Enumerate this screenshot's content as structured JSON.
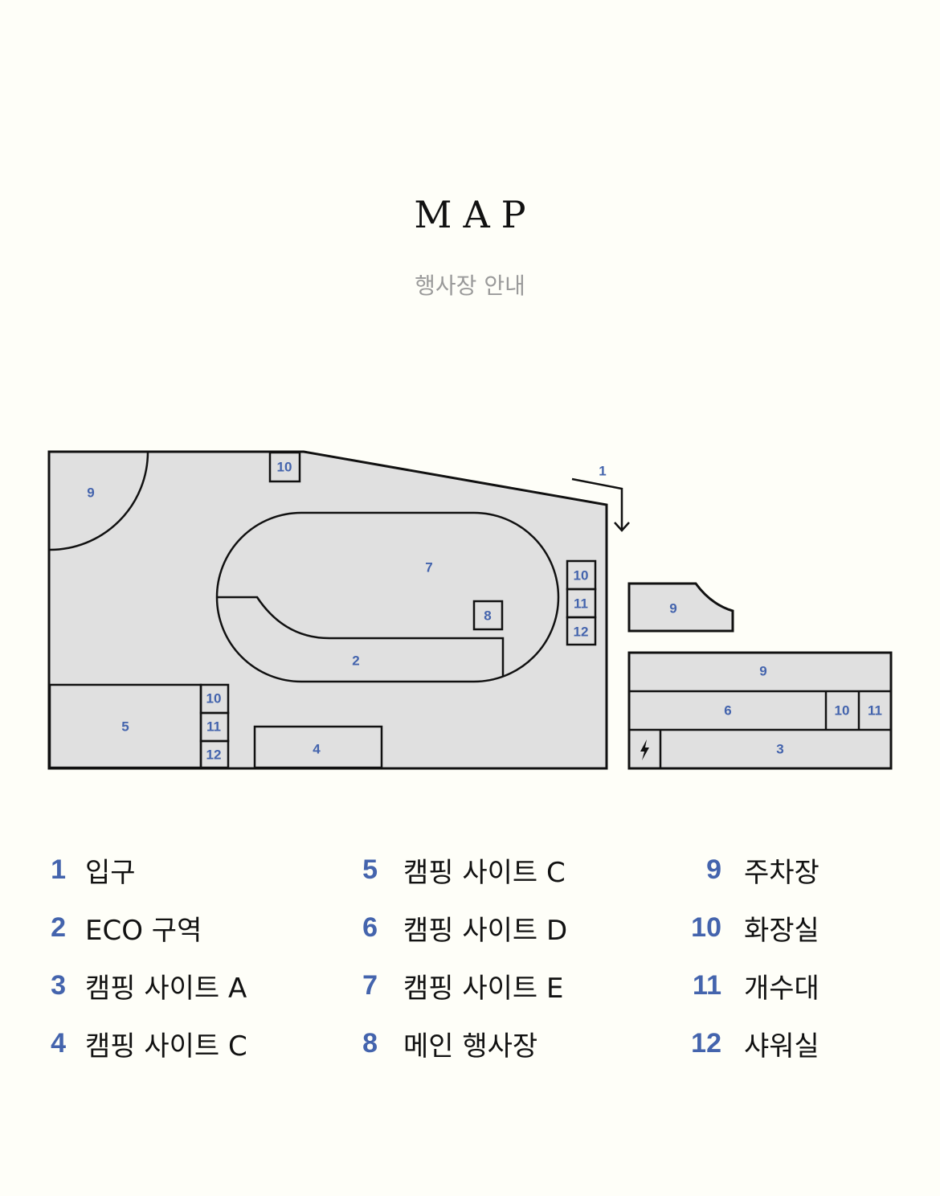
{
  "header": {
    "title": "MAP",
    "subtitle": "행사장 안내"
  },
  "colors": {
    "background": "#fefef8",
    "zone_fill": "#e0e0e0",
    "outline": "#111111",
    "accent_blue": "#4464ad",
    "subtitle_gray": "#9a9a9a"
  },
  "map": {
    "labels": {
      "entrance": "1",
      "parking_corner": "9",
      "toilet_top": "10",
      "track_inner": "7",
      "eco_area": "2",
      "main_stage": "8",
      "toilet_right": "10",
      "sink_right": "11",
      "shower_right": "12",
      "camp_c_left": "5",
      "toilet_left": "10",
      "sink_left": "11",
      "shower_left": "12",
      "camp_c_bottom": "4",
      "parking_small": "9",
      "parking_strip": "9",
      "camp_d": "6",
      "toilet_east": "10",
      "sink_east": "11",
      "camp_a": "3"
    },
    "icons": {
      "power": "lightning-bolt-icon",
      "entrance": "arrow-down-icon"
    }
  },
  "legend": {
    "items": [
      {
        "num": "1",
        "label": "입구"
      },
      {
        "num": "2",
        "label": "ECO 구역"
      },
      {
        "num": "3",
        "label": "캠핑 사이트 A"
      },
      {
        "num": "4",
        "label": "캠핑 사이트 C"
      },
      {
        "num": "5",
        "label": "캠핑 사이트 C"
      },
      {
        "num": "6",
        "label": "캠핑 사이트 D"
      },
      {
        "num": "7",
        "label": "캠핑 사이트 E"
      },
      {
        "num": "8",
        "label": "메인 행사장"
      },
      {
        "num": "9",
        "label": "주차장"
      },
      {
        "num": "10",
        "label": "화장실"
      },
      {
        "num": "11",
        "label": "개수대"
      },
      {
        "num": "12",
        "label": "샤워실"
      }
    ]
  }
}
